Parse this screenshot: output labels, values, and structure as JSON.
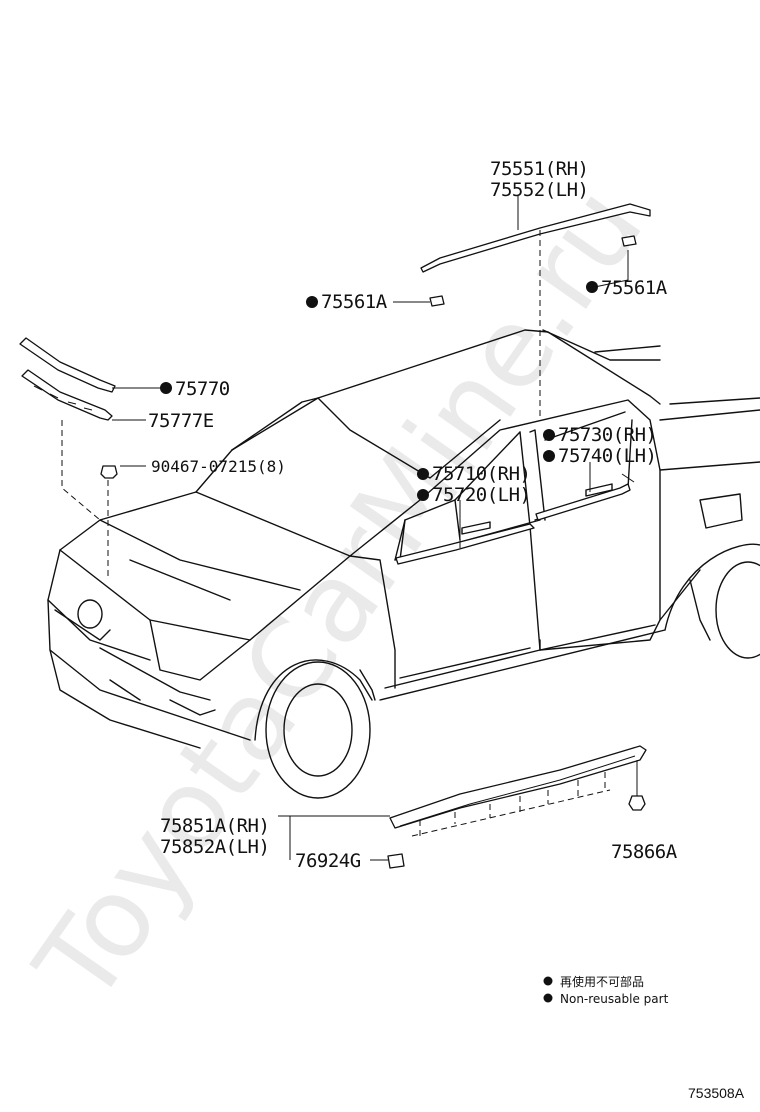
{
  "watermark": "ToyotaCarMine.ru",
  "drawing_id": "753508A",
  "legend": {
    "line1": "再使用不可部品",
    "line2": "Non-reusable part"
  },
  "labels": {
    "roof_rh": "75551(RH)",
    "roof_lh": "75552(LH)",
    "clip_left": "75561A",
    "clip_right": "75561A",
    "hood_molding": "75770",
    "hood_retainer": "75777E",
    "clip_hood": "90467-07215(8)",
    "rear_door_rh": "75730(RH)",
    "rear_door_lh": "75740(LH)",
    "front_door_rh": "75710(RH)",
    "front_door_lh": "75720(LH)",
    "rocker_rh": "75851A(RH)",
    "rocker_lh": "75852A(LH)",
    "rocker_clip": "76924G",
    "rocker_nut": "75866A"
  }
}
